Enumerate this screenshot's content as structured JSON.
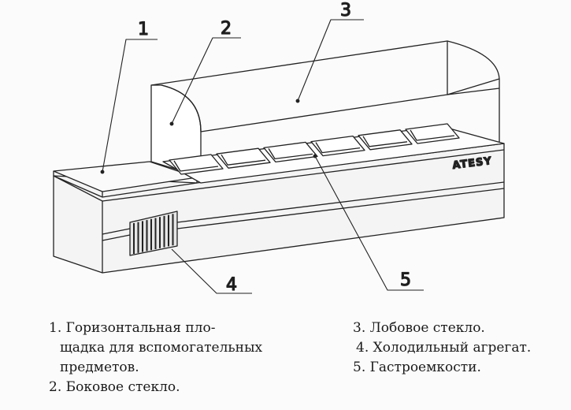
{
  "brand": "ATESY",
  "callouts": [
    "1",
    "2",
    "3",
    "4",
    "5"
  ],
  "legend": {
    "left": [
      "1. Горизонтальная пло-",
      "щадка для вспомогательных",
      "предметов.",
      "2. Боковое стекло."
    ],
    "right": [
      "3. Лобовое стекло.",
      "4. Холодильный агрегат.",
      "5. Гастроемкости."
    ]
  }
}
